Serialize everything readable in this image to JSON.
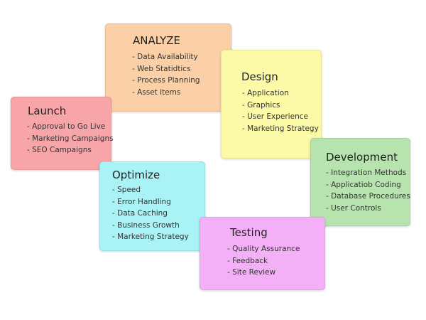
{
  "cards": {
    "analyze": {
      "title": "ANALYZE",
      "color": "#fbd0a6",
      "items": [
        "- Data Availability",
        "- Web Statidtics",
        "- Process Planning",
        "- Asset items"
      ]
    },
    "design": {
      "title": "Design",
      "color": "#fcfaa7",
      "items": [
        "- Application",
        "- Graphics",
        "- User Experience",
        "- Marketing Strategy"
      ]
    },
    "launch": {
      "title": "Launch",
      "color": "#f7a5a9",
      "items": [
        "- Approval to Go Live",
        "- Marketing Campaigns",
        "- SEO Campaigns"
      ]
    },
    "development": {
      "title": "Development",
      "color": "#b7e4ae",
      "items": [
        "- Integration Methods",
        "- Applicatiob Coding",
        "- Database Procedures",
        "- User Controls"
      ]
    },
    "optimize": {
      "title": "Optimize",
      "color": "#a9f2f6",
      "items": [
        "- Speed",
        "- Error Handling",
        "- Data Caching",
        "- Business Growth",
        "- Marketing Strategy"
      ]
    },
    "testing": {
      "title": "Testing",
      "color": "#f4b0f6",
      "items": [
        "- Quality Assurance",
        "- Feedback",
        "- Site Review"
      ]
    }
  }
}
